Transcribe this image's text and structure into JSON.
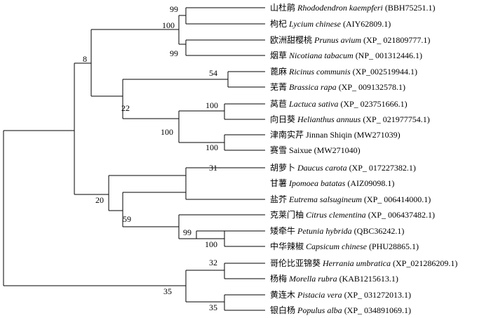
{
  "taxa": [
    {
      "cn": "山杜鹃",
      "sci": "Rhododendron kaempferi",
      "acc": "(BBH75251.1)"
    },
    {
      "cn": "枸杞",
      "sci": "Lycium chinese",
      "acc": "(AIY62809.1)"
    },
    {
      "cn": "欧洲甜樱桃",
      "sci": "Prunus avium",
      "acc": "(XP_ 021809777.1)"
    },
    {
      "cn": "烟草",
      "sci": "Nicotiana tabacum",
      "acc": "(NP_ 001312446.1)"
    },
    {
      "cn": "蓖麻",
      "sci": "Ricinus communis",
      "acc": "(XP_002519944.1)"
    },
    {
      "cn": "芜菁",
      "sci": "Brassica rapa",
      "acc": "(XP_ 009132578.1)"
    },
    {
      "cn": "莴苣",
      "sci": "Lactuca sativa",
      "acc": "(XP_ 023751666.1)"
    },
    {
      "cn": "向日葵",
      "sci": "Helianthus annuus",
      "acc": "(XP_ 021977754.1)"
    },
    {
      "cn": "津南实芹",
      "sci": "",
      "acc": "Jinnan Shiqin (MW271039)"
    },
    {
      "cn": "赛雪",
      "sci": "",
      "acc": "Saixue (MW271040)"
    },
    {
      "cn": "胡萝卜",
      "sci": "Daucus carota",
      "acc": "(XP_ 017227382.1)"
    },
    {
      "cn": "甘薯",
      "sci": "Ipomoea batatas",
      "acc": "(AIZ09098.1)"
    },
    {
      "cn": "盐芥",
      "sci": "Eutrema salsugineum",
      "acc": "(XP_ 006414000.1)"
    },
    {
      "cn": "克莱门柚",
      "sci": "Citrus clementina",
      "acc": "(XP_ 006437482.1)"
    },
    {
      "cn": "矮牵牛",
      "sci": "Petunia hybrida",
      "acc": "(QBC36242.1)"
    },
    {
      "cn": "中华辣椒",
      "sci": "Capsicum chinese",
      "acc": "(PHU28865.1)"
    },
    {
      "cn": "哥伦比亚锦葵",
      "sci": "Herrania umbratica",
      "acc": "(XP_021286209.1)"
    },
    {
      "cn": "杨梅",
      "sci": "Morella rubra",
      "acc": "(KAB1215613.1)"
    },
    {
      "cn": "黄连木",
      "sci": "Pistacia vera",
      "acc": "(XP_ 031272013.1)"
    },
    {
      "cn": "银白杨",
      "sci": "Populus alba",
      "acc": "(XP_ 034891069.1)"
    }
  ],
  "support_values": {
    "rhododendron_lycium": "99",
    "rhododendron_lycium_prunus_nicotiana": "100",
    "prunus_nicotiana": "99",
    "upper_clade": "8",
    "ricinus_brassica": "54",
    "ricinus_to_saixue": "22",
    "lactuca_helianthus": "100",
    "lactuca_to_saixue": "100",
    "jinnan_saixue": "100",
    "daucus_ipomoea": "31",
    "daucus_to_capsicum": "20",
    "eutrema_to_capsicum": "59",
    "citrus_to_capsicum": "99",
    "petunia_capsicum": "100",
    "herrania_to_populus": "35",
    "herrania_morella": "32",
    "pistacia_populus": "35"
  }
}
